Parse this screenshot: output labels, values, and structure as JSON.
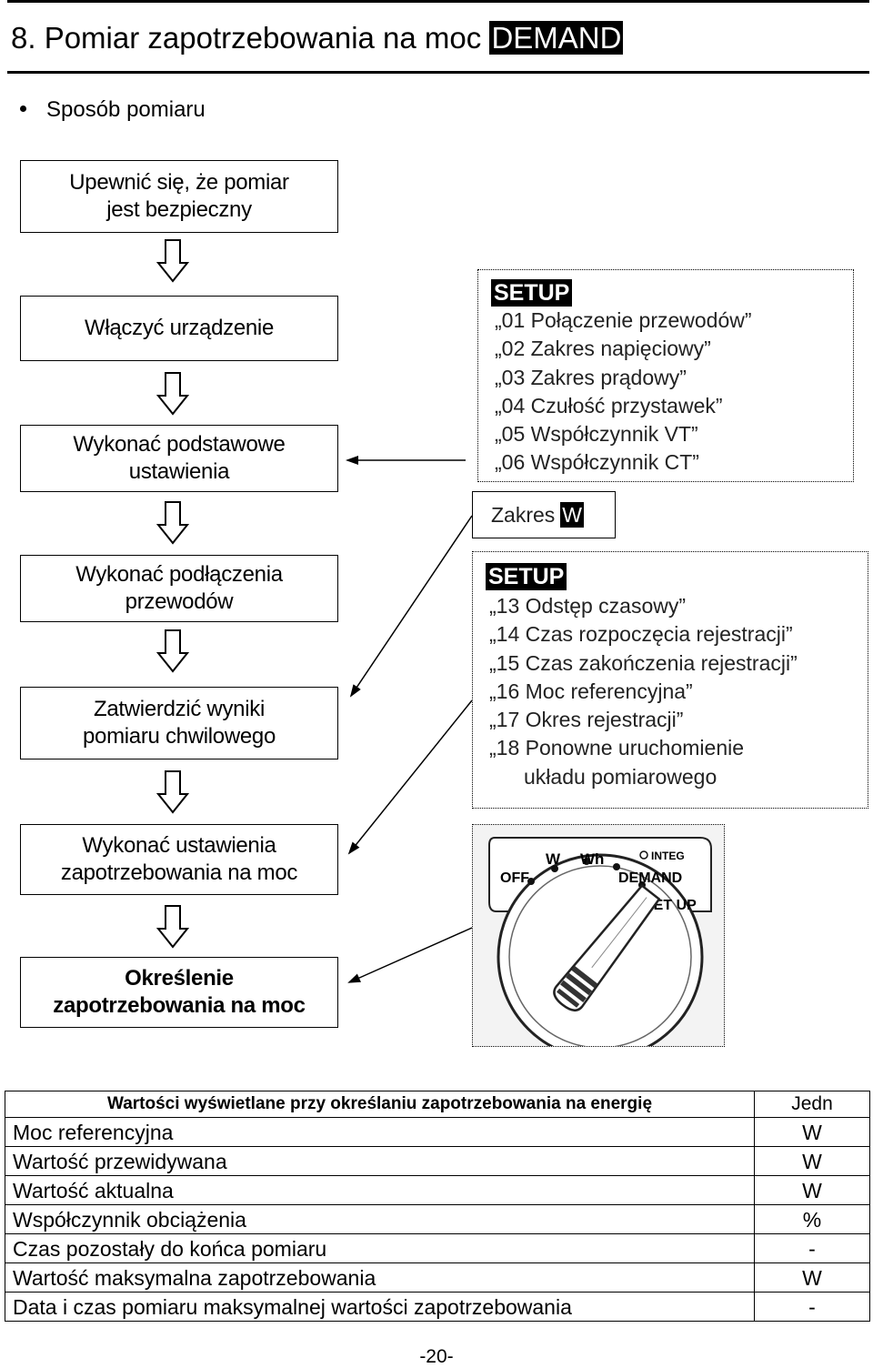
{
  "header": {
    "title_prefix": "8. Pomiar zapotrzebowania na moc",
    "title_highlight": "DEMAND"
  },
  "section": {
    "bullet_text": "Sposób pomiaru"
  },
  "flow_steps": [
    {
      "line1": "Upewnić się, że pomiar",
      "line2": "jest bezpieczny"
    },
    {
      "line1": "Włączyć urządzenie",
      "line2": ""
    },
    {
      "line1": "Wykonać podstawowe",
      "line2": "ustawienia"
    },
    {
      "line1": "Wykonać podłączenia",
      "line2": "przewodów"
    },
    {
      "line1": "Zatwierdzić wyniki",
      "line2": "pomiaru chwilowego"
    },
    {
      "line1": "Wykonać ustawienia",
      "line2": "zapotrzebowania na moc"
    },
    {
      "line1": "Określenie",
      "line2": "zapotrzebowania na moc"
    }
  ],
  "setup_box_1": {
    "tag": "SETUP",
    "items": [
      "„01 Połączenie przewodów”",
      "„02 Zakres napięciowy”",
      "„03 Zakres prądowy”",
      "„04 Czułość przystawek”",
      "„05 Współczynnik VT”",
      "„06 Współczynnik CT”"
    ]
  },
  "zakres_box": {
    "label": "Zakres",
    "highlight": "W"
  },
  "setup_box_2": {
    "tag": "SETUP",
    "items": [
      "„13 Odstęp czasowy”",
      "„14 Czas rozpoczęcia rejestracji”",
      "„15 Czas zakończenia rejestracji”",
      "„16 Moc referencyjna”",
      "„17 Okres rejestracji”",
      "„18 Ponowne uruchomienie",
      "układu pomiarowego"
    ]
  },
  "dial": {
    "labels": [
      "W",
      "Wh",
      "INTEG",
      "OFF",
      "DEMAND",
      "SET UP"
    ]
  },
  "table": {
    "header": {
      "description": "Wartości wyświetlane przy określaniu zapotrzebowania na energię",
      "unit": "Jedn"
    },
    "rows": [
      {
        "description": "Moc referencyjna",
        "unit": "W"
      },
      {
        "description": "Wartość przewidywana",
        "unit": "W"
      },
      {
        "description": "Wartość aktualna",
        "unit": "W"
      },
      {
        "description": "Współczynnik obciążenia",
        "unit": "%"
      },
      {
        "description": "Czas pozostały do końca pomiaru",
        "unit": "-"
      },
      {
        "description": "Wartość maksymalna zapotrzebowania",
        "unit": "W"
      },
      {
        "description": "Data i czas pomiaru maksymalnej wartości zapotrzebowania",
        "unit": "-"
      }
    ]
  },
  "footer": {
    "page_number": "-20-"
  }
}
